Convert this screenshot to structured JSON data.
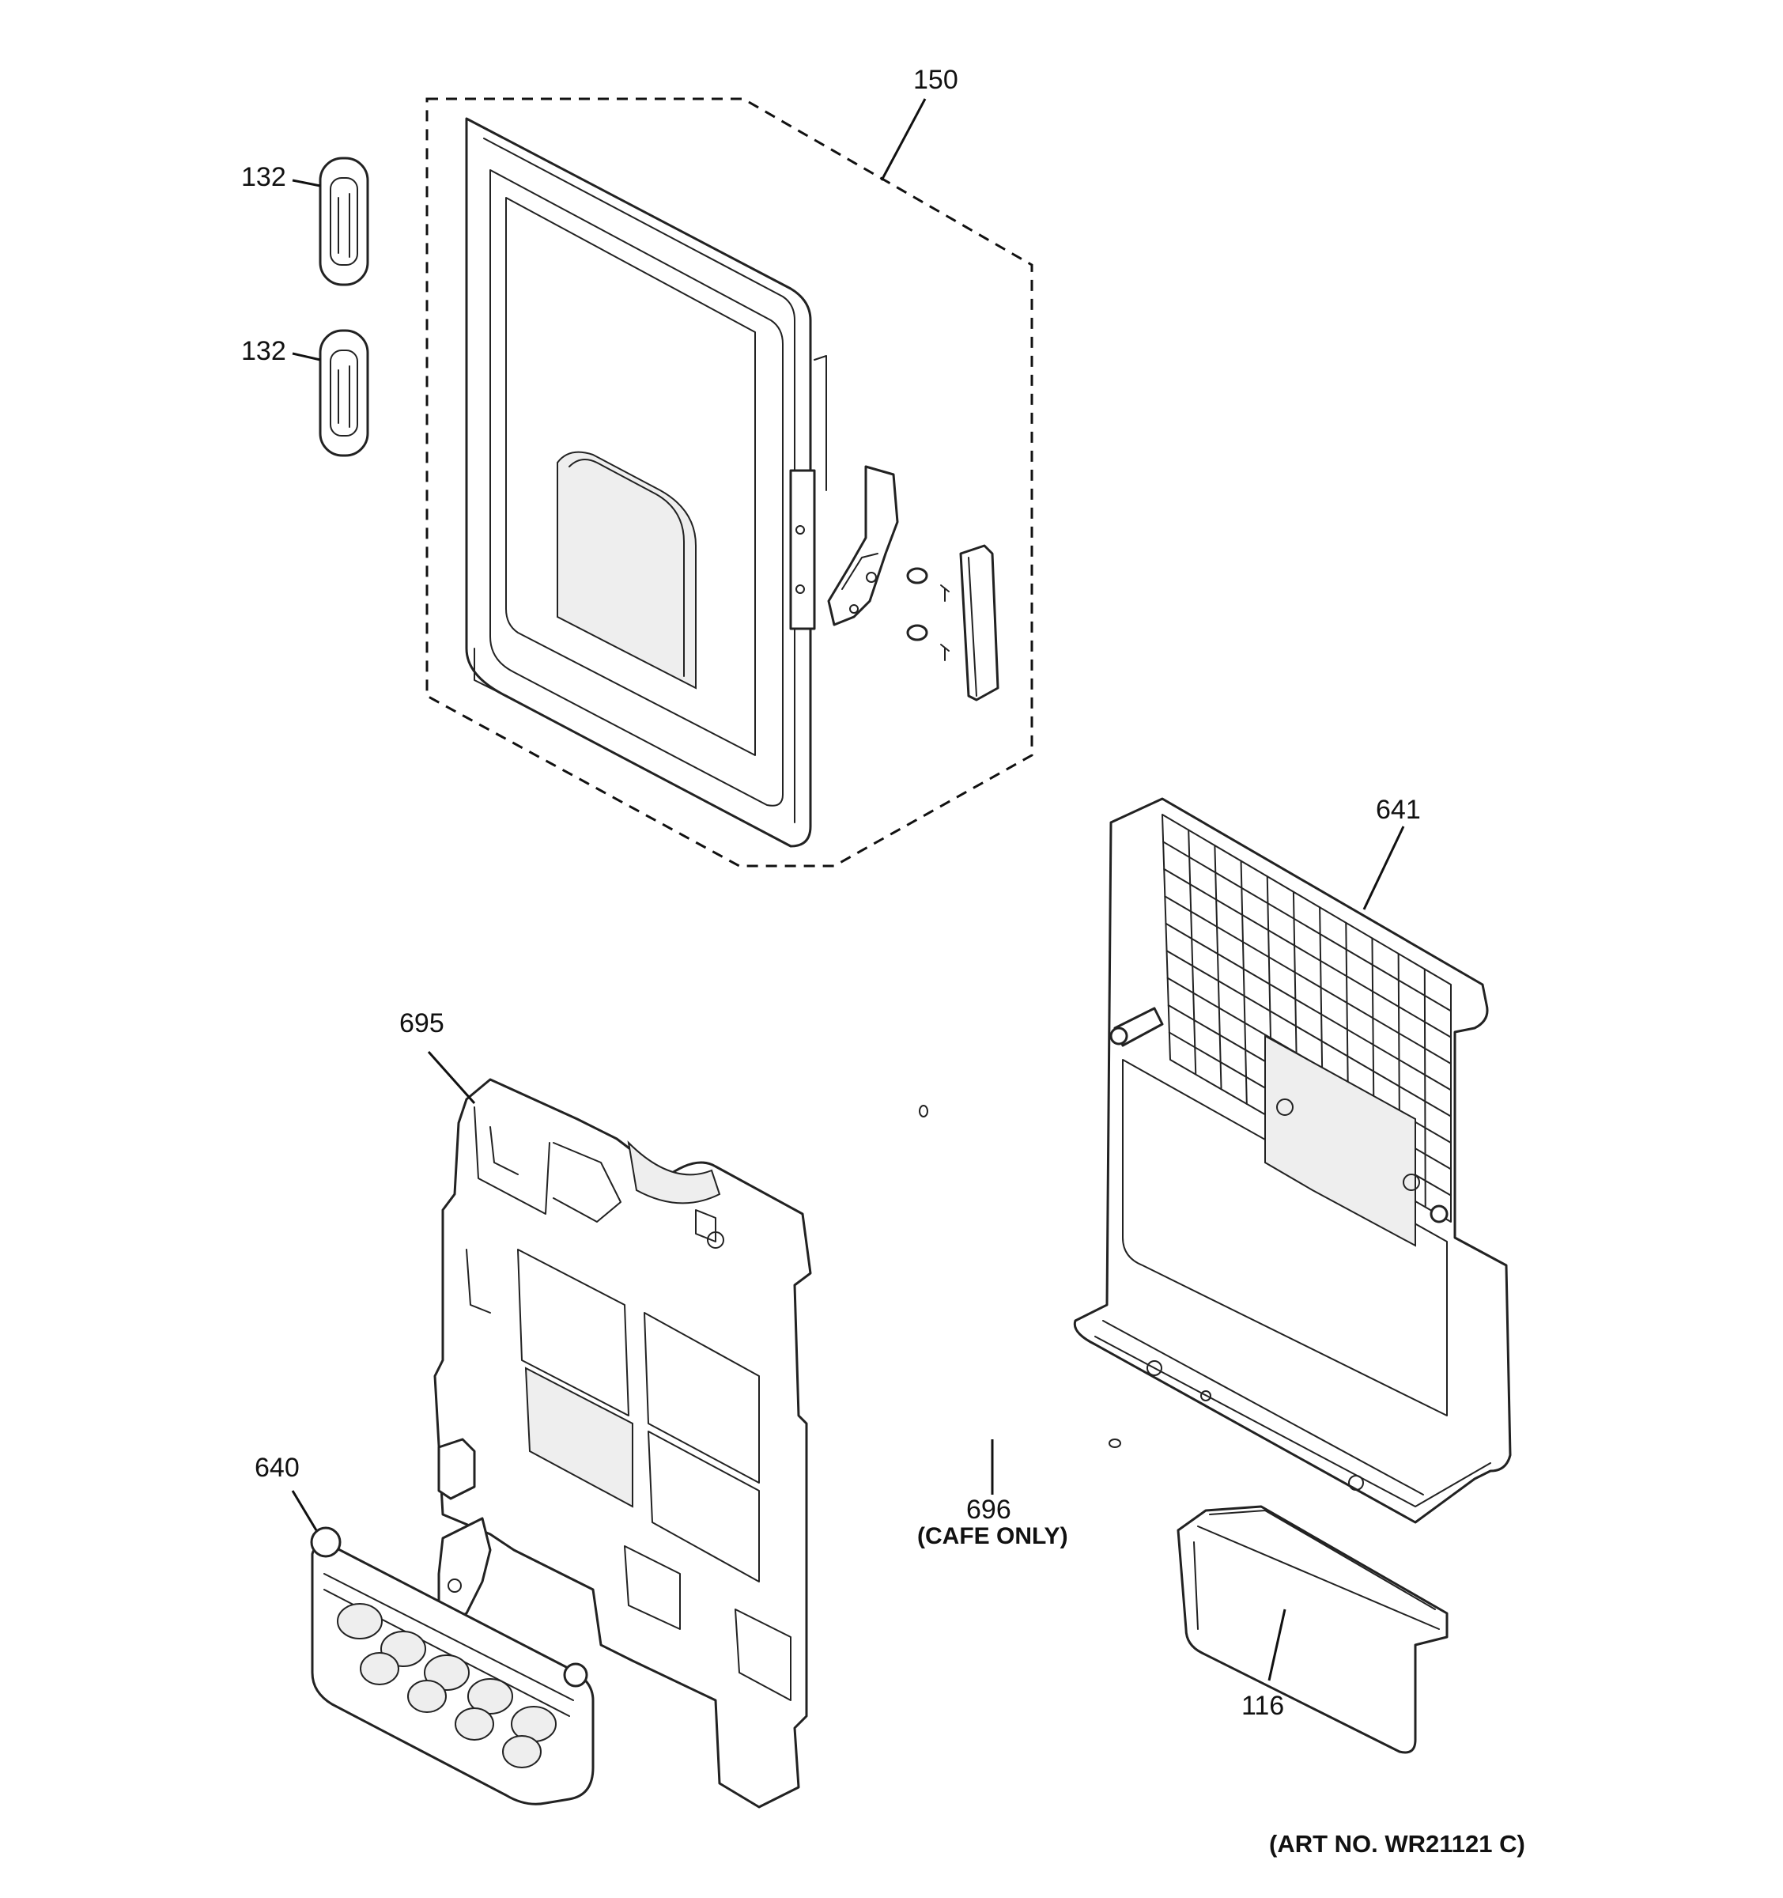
{
  "callouts": {
    "c150": "150",
    "c132a": "132",
    "c132b": "132",
    "c641": "641",
    "c695": "695",
    "c696": "696",
    "c696_note": "(CAFE ONLY)",
    "c640": "640",
    "c116": "116"
  },
  "art_number": "(ART NO. WR21121 C)"
}
